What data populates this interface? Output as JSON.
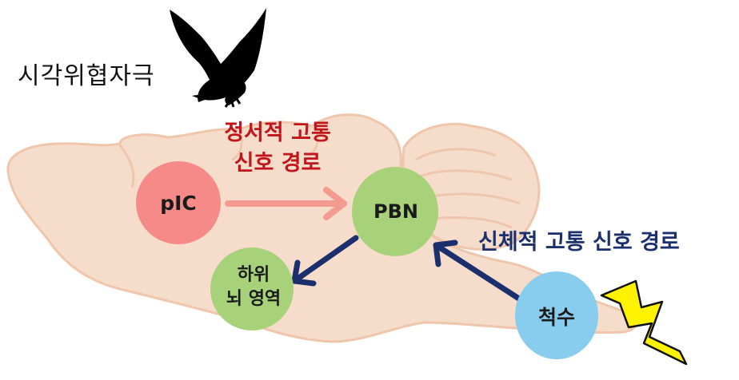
{
  "labels": {
    "visual_threat": "시각위협자극",
    "emotional_pathway_line1": "정서적 고통",
    "emotional_pathway_line2": "신호 경로",
    "somatic_pathway": "신체적 고통 신호 경로"
  },
  "nodes": {
    "pic": "pIC",
    "pbn": "PBN",
    "lower_brain_line1": "하위",
    "lower_brain_line2": "뇌 영역",
    "spinal_cord": "척수"
  },
  "icons": {
    "threat": "hawk-silhouette-icon",
    "pain": "lightning-bolt-icon"
  },
  "colors": {
    "brain_fill": "#f6dccb",
    "brain_outline": "#efc6ab",
    "pic_node": "#f58a88",
    "pbn_node": "#a8d27a",
    "lower_node": "#a8d27a",
    "spinal_node": "#88cdee",
    "emotional_arrow": "#f49b90",
    "somatic_arrow": "#1b2f6d",
    "emotional_text": "#c0151b",
    "somatic_text": "#1b2f6d",
    "bolt_fill": "#fff200"
  }
}
